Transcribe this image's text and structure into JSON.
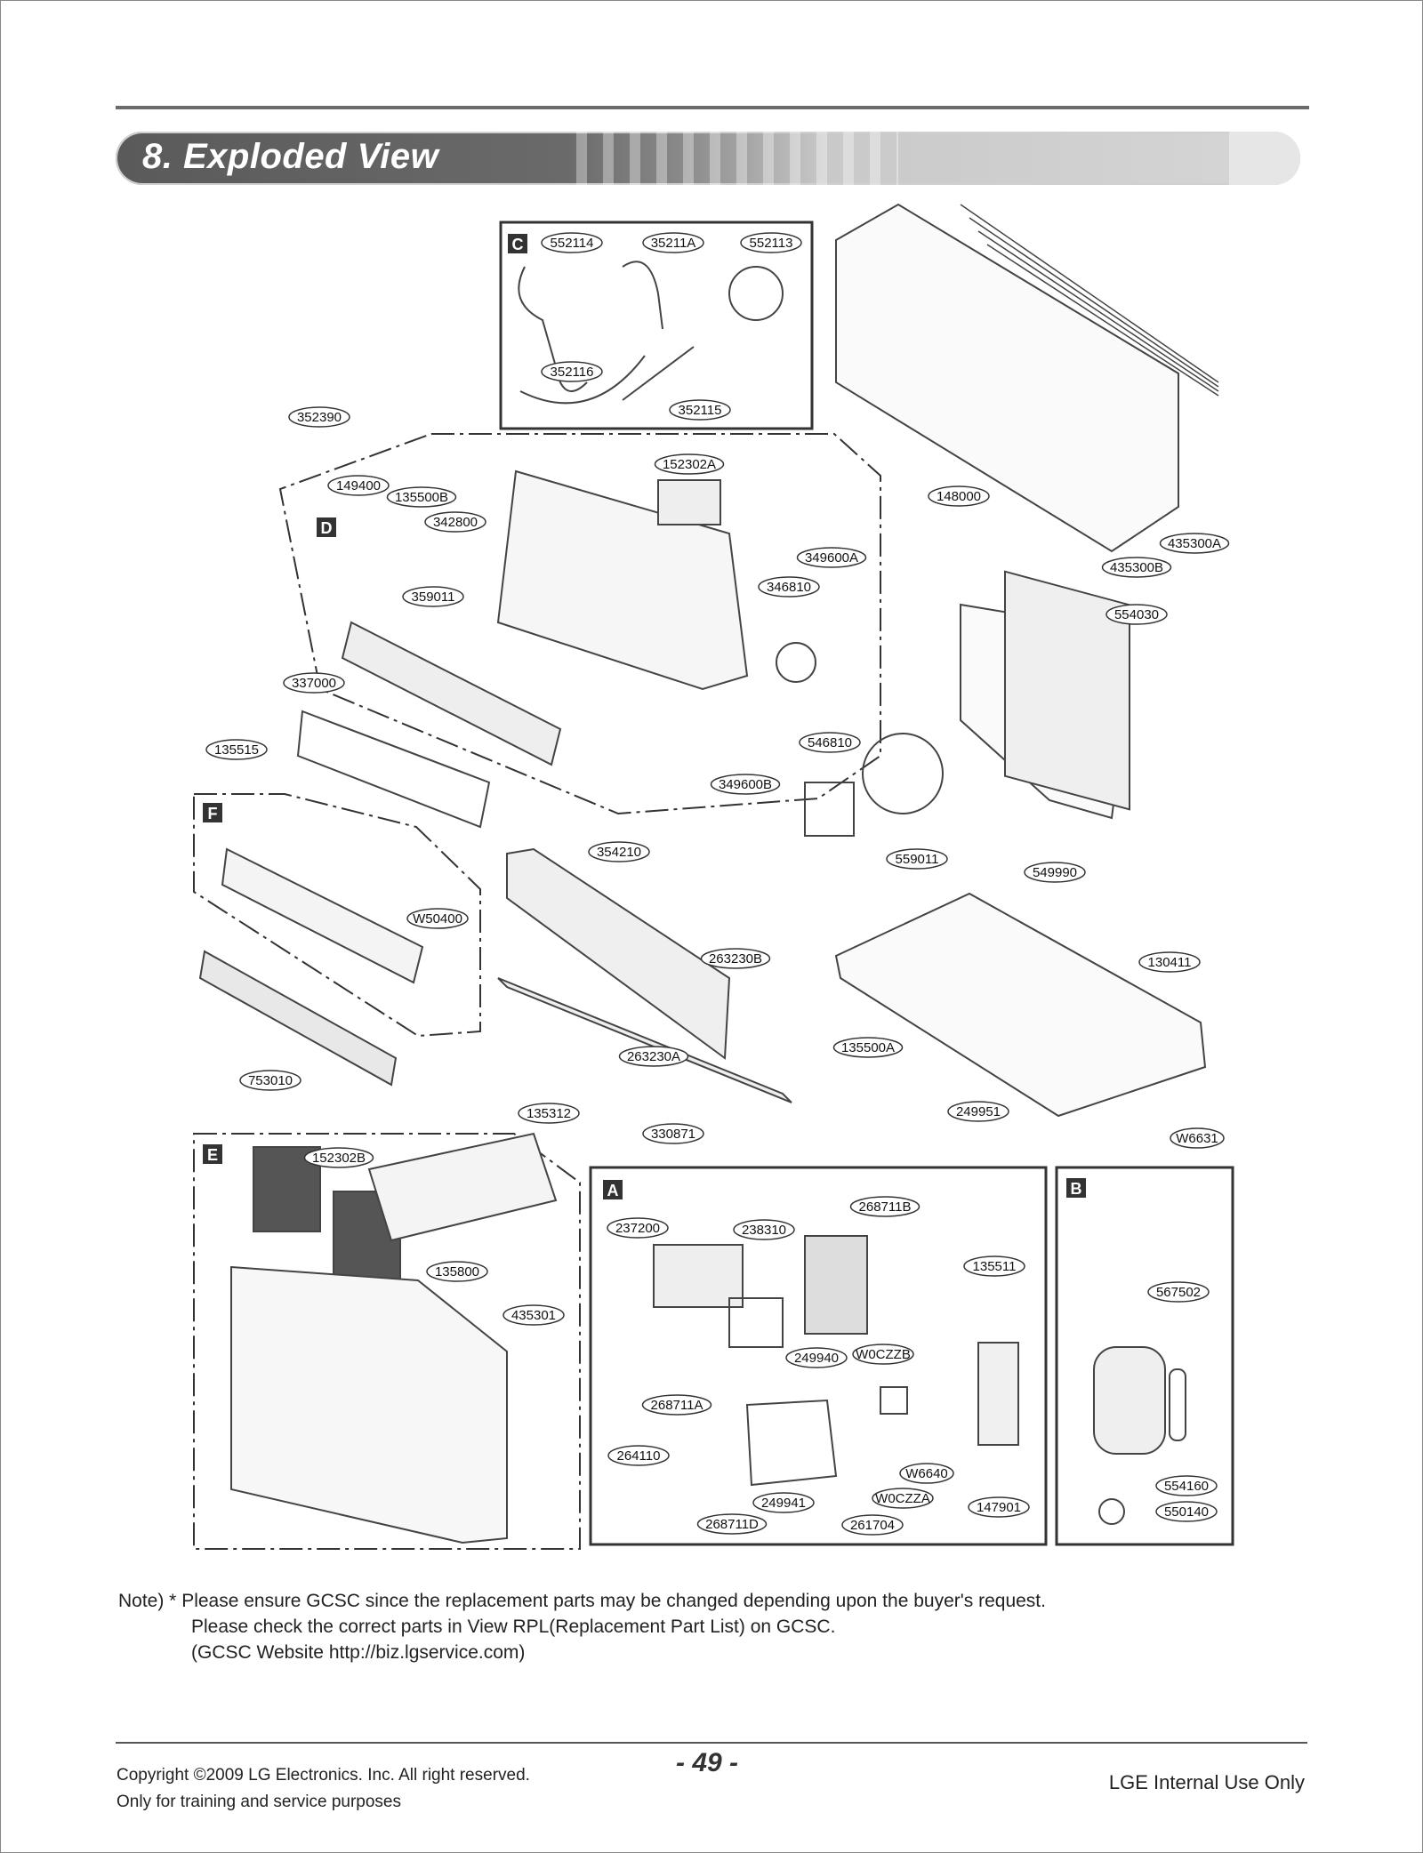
{
  "header": {
    "title": "8. Exploded View"
  },
  "sections": [
    {
      "letter": "C"
    },
    {
      "letter": "D"
    },
    {
      "letter": "F"
    },
    {
      "letter": "E"
    },
    {
      "letter": "A"
    },
    {
      "letter": "B"
    }
  ],
  "parts": [
    "552114",
    "35211A",
    "552113",
    "352116",
    "352115",
    "352390",
    "152302A",
    "149400",
    "135500B",
    "342800",
    "349600A",
    "346810",
    "359011",
    "148000",
    "435300A",
    "435300B",
    "554030",
    "337000",
    "546810",
    "135515",
    "349600B",
    "559011",
    "549990",
    "354210",
    "W50400",
    "263230B",
    "130411",
    "263230A",
    "135500A",
    "753010",
    "135312",
    "330871",
    "249951",
    "W6631",
    "152302B",
    "135800",
    "435301",
    "268711B",
    "237200",
    "238310",
    "135511",
    "567502",
    "249940",
    "W0CZZB",
    "268711A",
    "264110",
    "W6640",
    "249941",
    "W0CZZA",
    "268711D",
    "261704",
    "147901",
    "554160",
    "550140"
  ],
  "note": {
    "line1": "Note) * Please ensure GCSC since the replacement parts may be changed depending upon the buyer's request.",
    "line2": "Please check  the correct parts in View RPL(Replacement Part List) on GCSC.",
    "line3": "(GCSC Website  http://biz.lgservice.com)"
  },
  "footer": {
    "copyright": "Copyright ©2009 LG Electronics. Inc. All right reserved.",
    "training": "Only for training and service purposes",
    "page": "- 49 -",
    "internal": "LGE Internal Use Only"
  }
}
